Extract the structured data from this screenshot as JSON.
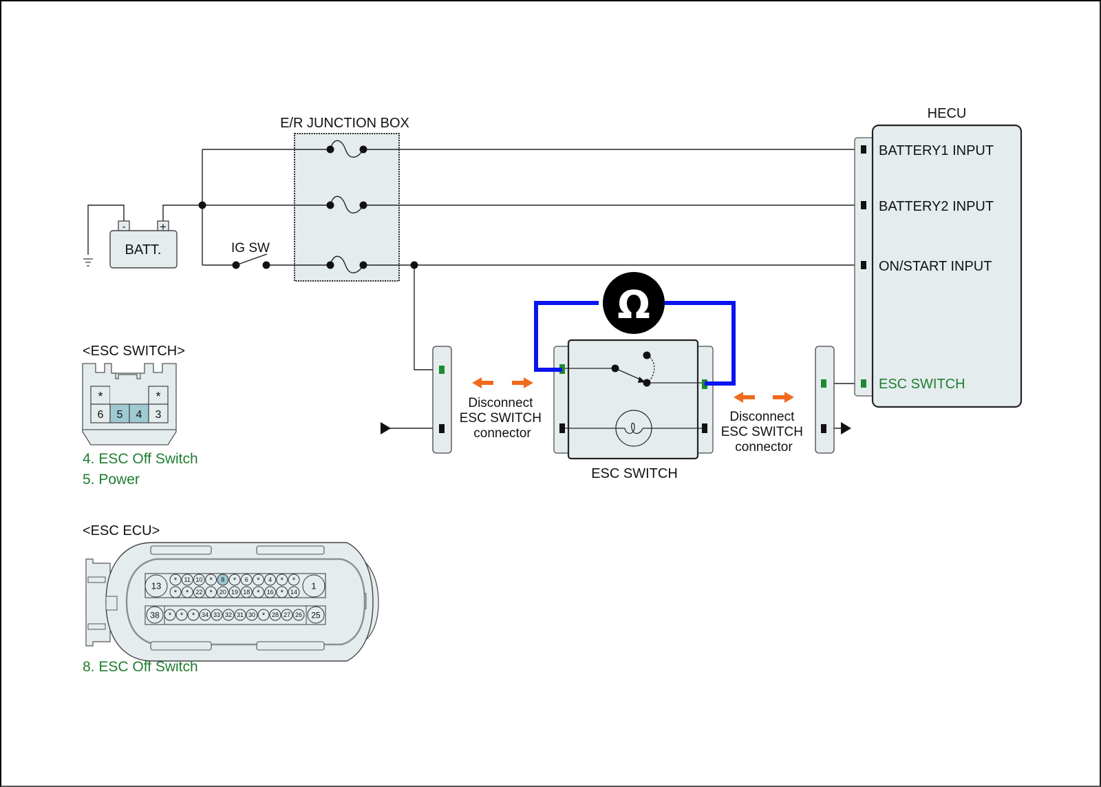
{
  "title": "ESC Switch Circuit Inspection",
  "colors": {
    "wire": "#222222",
    "component_fill": "#e4ecee",
    "highlight_pin_fill": "#9ecbd3",
    "green_terminal": "#1e8a2e",
    "green_text": "#1e7d2e",
    "meter_lead": "#0a14f0",
    "disconnect_arrow": "#f06a1c"
  },
  "battery": {
    "label": "BATT.",
    "neg_symbol": "-",
    "pos_symbol": "+"
  },
  "ignition_switch": {
    "label": "IG SW"
  },
  "junction_box": {
    "label": "E/R JUNCTION BOX"
  },
  "hecu": {
    "label": "HECU",
    "inputs": [
      {
        "label": "BATTERY1 INPUT",
        "highlighted": false
      },
      {
        "label": "BATTERY2 INPUT",
        "highlighted": false
      },
      {
        "label": "ON/START INPUT",
        "highlighted": false
      },
      {
        "label": "ESC SWITCH",
        "highlighted": true
      }
    ]
  },
  "ohmmeter": {
    "symbol": "Ω"
  },
  "esc_switch_component": {
    "label": "ESC SWITCH"
  },
  "disconnect_notes": [
    {
      "lines": [
        "Disconnect",
        "ESC  SWITCH",
        "connector"
      ]
    },
    {
      "lines": [
        "Disconnect",
        "ESC SWITCH",
        "connector"
      ]
    }
  ],
  "esc_switch_connector": {
    "title": "<ESC SWITCH>",
    "top_row": [
      "*",
      "",
      "",
      "*"
    ],
    "bottom_row": [
      "6",
      "5",
      "4",
      "3"
    ],
    "highlighted_pins": [
      "5",
      "4"
    ],
    "legend": [
      "4. ESC Off Switch",
      "5. Power"
    ]
  },
  "esc_ecu_connector": {
    "title": "<ESC ECU>",
    "large_pins": {
      "top_left": "13",
      "top_right": "1",
      "bottom_left": "38",
      "bottom_right": "25"
    },
    "row1": [
      "*",
      "11",
      "10",
      "*",
      "8",
      "*",
      "6",
      "*",
      "4",
      "*",
      "*"
    ],
    "row2": [
      "*",
      "*",
      "22",
      "*",
      "20",
      "19",
      "18",
      "*",
      "16",
      "*",
      "14"
    ],
    "row3": [
      "*",
      "*",
      "*",
      "34",
      "33",
      "32",
      "31",
      "30",
      "*",
      "28",
      "27",
      "26"
    ],
    "highlighted_pins": [
      "8"
    ],
    "legend": [
      "8. ESC Off Switch"
    ]
  }
}
